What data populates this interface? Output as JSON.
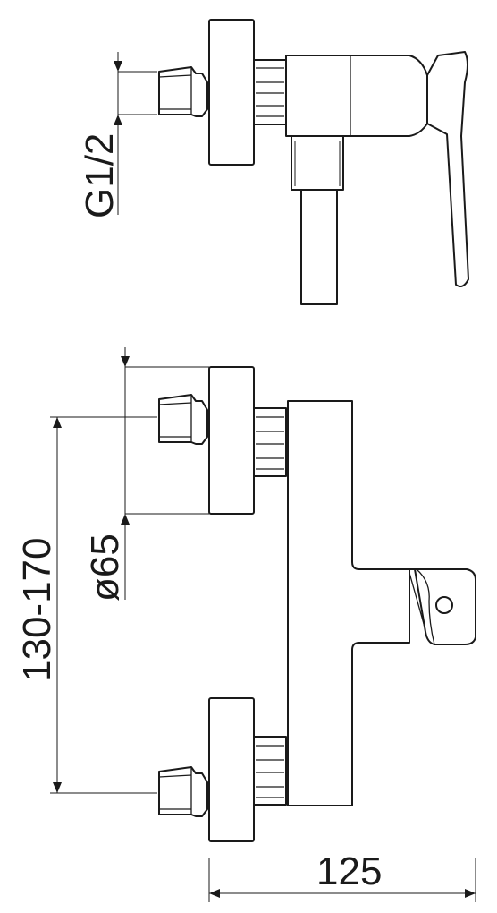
{
  "drawing": {
    "thread_label": "G1/2",
    "diameter_label": "ø65",
    "centers_label": "130-170",
    "depth_label": "125"
  },
  "colors": {
    "line": "#1a1a1a",
    "background": "#ffffff"
  }
}
